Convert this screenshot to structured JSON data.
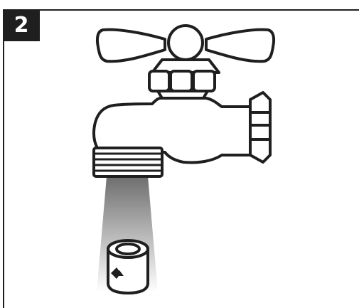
{
  "step": {
    "number": "2"
  },
  "colors": {
    "ink": "#1f1f1f",
    "spray_gradient_top": "#6e6e6e",
    "spray_gradient_bottom": "#ffffff",
    "background": "#ffffff"
  },
  "illustration": {
    "faucet": "outdoor-spigot",
    "part": "threaded-hose-adapter"
  }
}
